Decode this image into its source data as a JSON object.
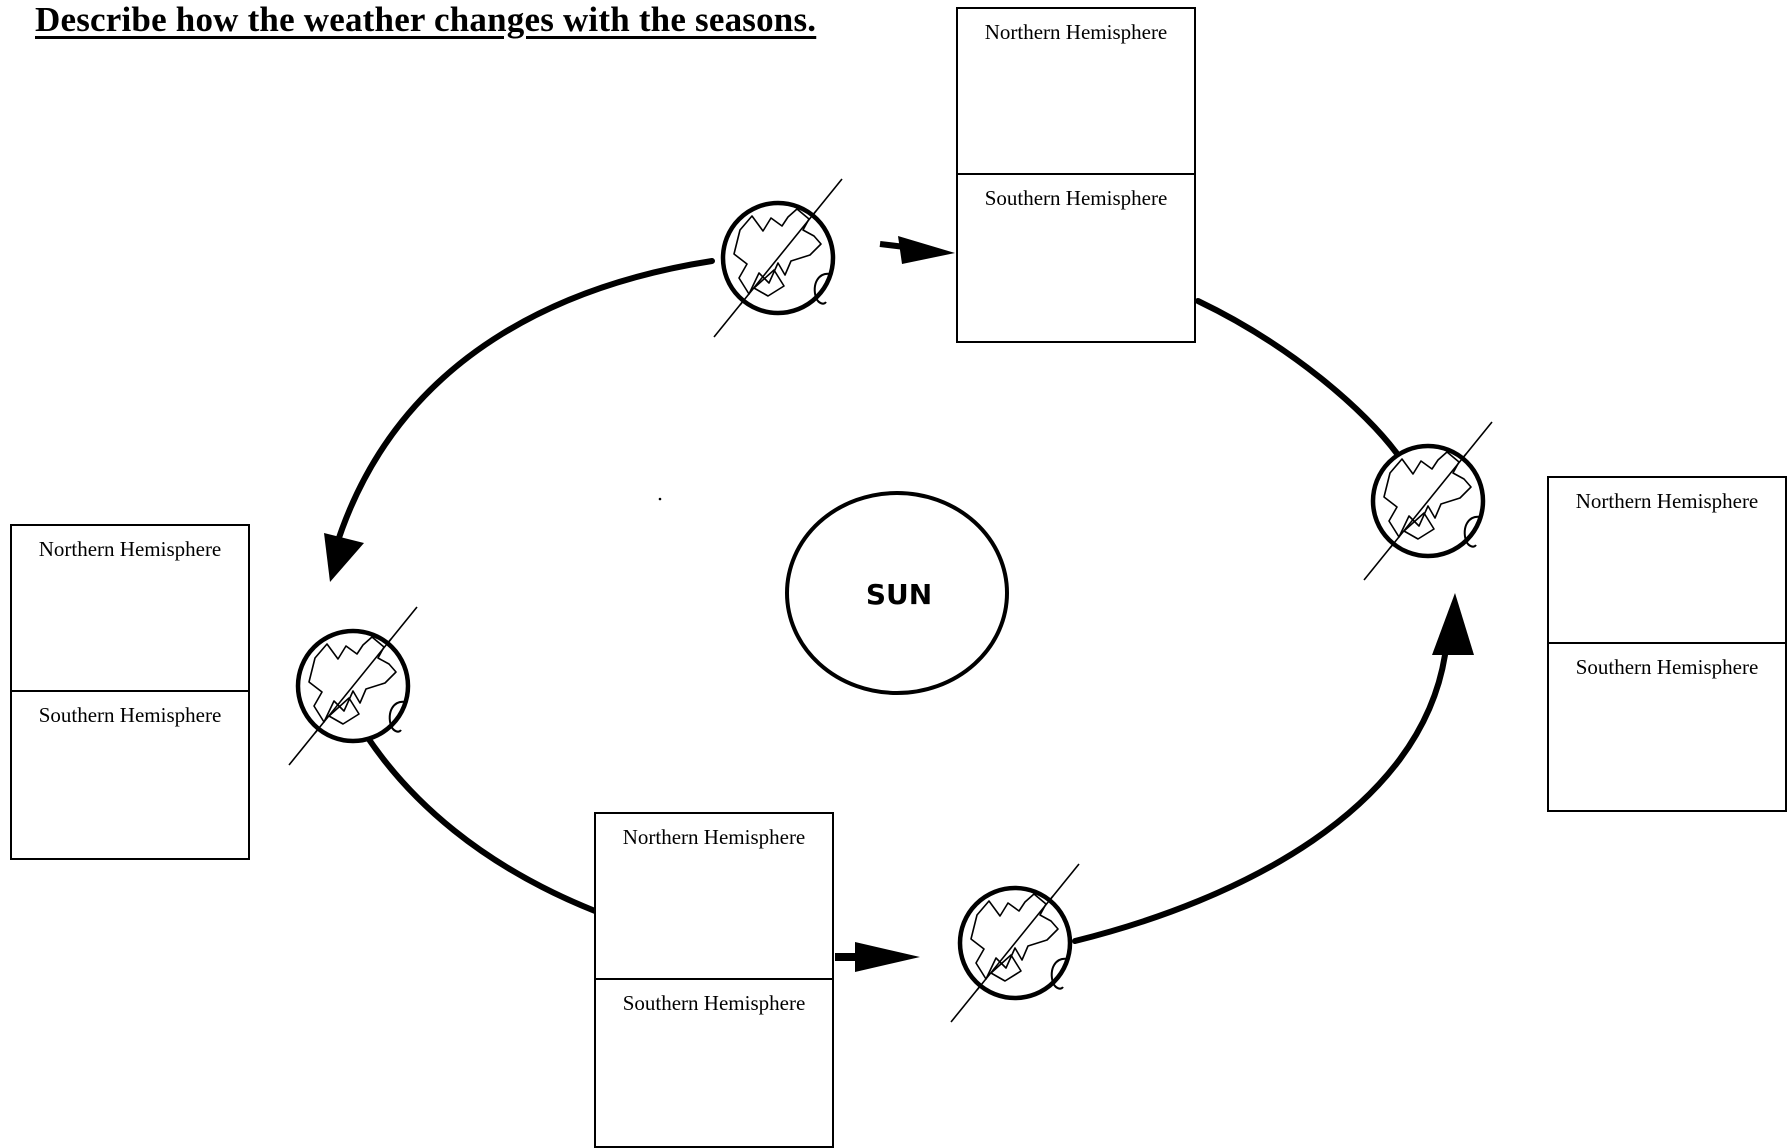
{
  "title": "Describe how the weather changes with the seasons.",
  "sun": {
    "label": "SUN"
  },
  "boxes": [
    {
      "id": "top",
      "north_label": "Northern Hemisphere",
      "south_label": "Southern Hemisphere"
    },
    {
      "id": "right",
      "north_label": "Northern Hemisphere",
      "south_label": "Southern Hemisphere"
    },
    {
      "id": "bottom",
      "north_label": "Northern Hemisphere",
      "south_label": "Southern Hemisphere"
    },
    {
      "id": "left",
      "north_label": "Northern Hemisphere",
      "south_label": "Southern Hemisphere"
    }
  ]
}
